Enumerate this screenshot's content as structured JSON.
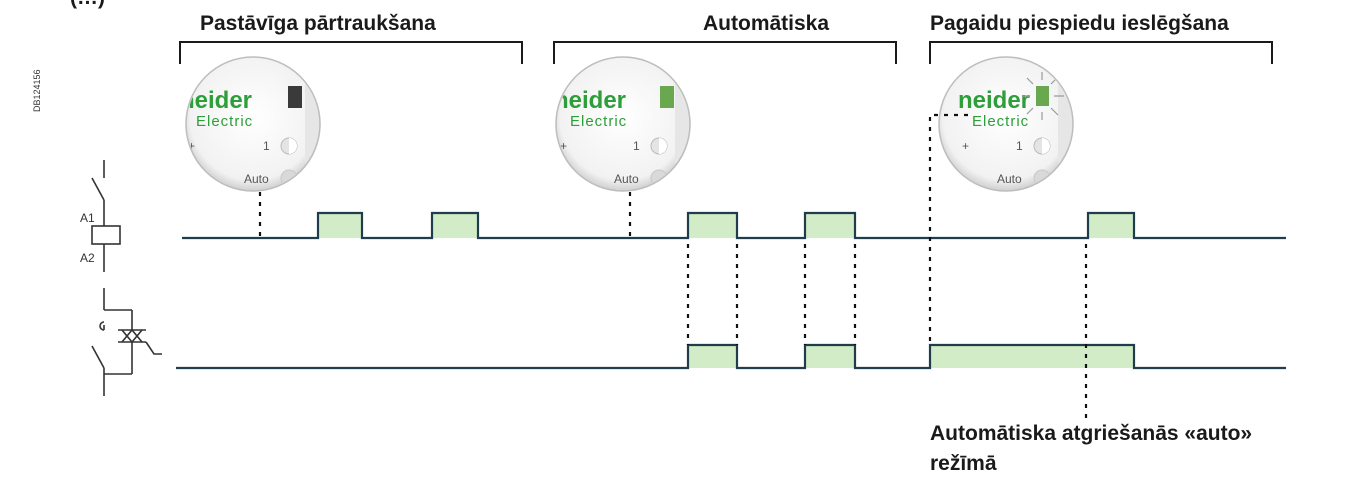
{
  "diagram": {
    "title_partial": "(…)",
    "reference_code": "DB124156",
    "modes": [
      {
        "id": "permanent-off",
        "label": "Pastāvīga pārtraukšana"
      },
      {
        "id": "automatic",
        "label": "Automātiska"
      },
      {
        "id": "temporary-forced-on",
        "label": "Pagaidu piespiedu ieslēgšana"
      }
    ],
    "coil_labels": {
      "top": "A1",
      "bottom": "A2"
    },
    "device_brand": {
      "line1": "neider",
      "line2": "Electric"
    },
    "dial_labels": {
      "one": "1",
      "auto": "Auto",
      "plus": "+"
    },
    "annotation": {
      "line1": "Automātiska atgriešanās «auto»",
      "line2": "režīmā"
    },
    "colors": {
      "pulse_fill": "#d3ecc8",
      "signal_line": "#1f3d4a",
      "brand_green": "#2e9e3a"
    }
  }
}
